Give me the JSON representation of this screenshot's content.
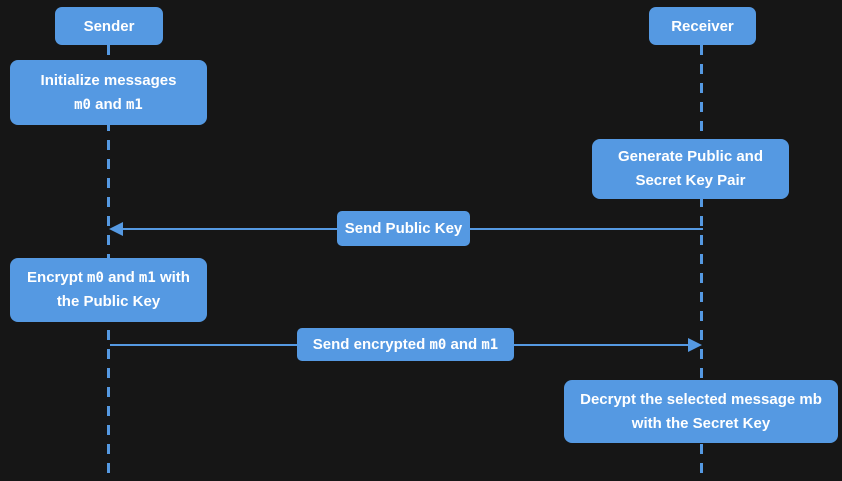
{
  "colors": {
    "accent": "#5599e2",
    "background": "#161616",
    "text": "#ffffff"
  },
  "diagram_type": "sequence-diagram",
  "actors": {
    "sender": "Sender",
    "receiver": "Receiver"
  },
  "notes": {
    "initialize": {
      "line1": "Initialize messages",
      "m0": "m0",
      "sep": " and ",
      "m1": "m1"
    },
    "generate": {
      "line1": "Generate Public and",
      "line2": "Secret Key Pair"
    },
    "encrypt": {
      "pre": "Encrypt ",
      "m0": "m0",
      "sep": " and ",
      "m1": "m1",
      "post": " with",
      "line2": "the Public Key"
    },
    "decrypt": {
      "line1": "Decrypt the selected message mb",
      "line2": "with the Secret Key"
    }
  },
  "messages": {
    "send_public_key": {
      "label": "Send Public Key",
      "from": "Receiver",
      "to": "Sender",
      "direction": "right-to-left"
    },
    "send_encrypted": {
      "pre": "Send encrypted ",
      "m0": "m0",
      "sep": " and ",
      "m1": "m1",
      "from": "Sender",
      "to": "Receiver",
      "direction": "left-to-right"
    }
  }
}
